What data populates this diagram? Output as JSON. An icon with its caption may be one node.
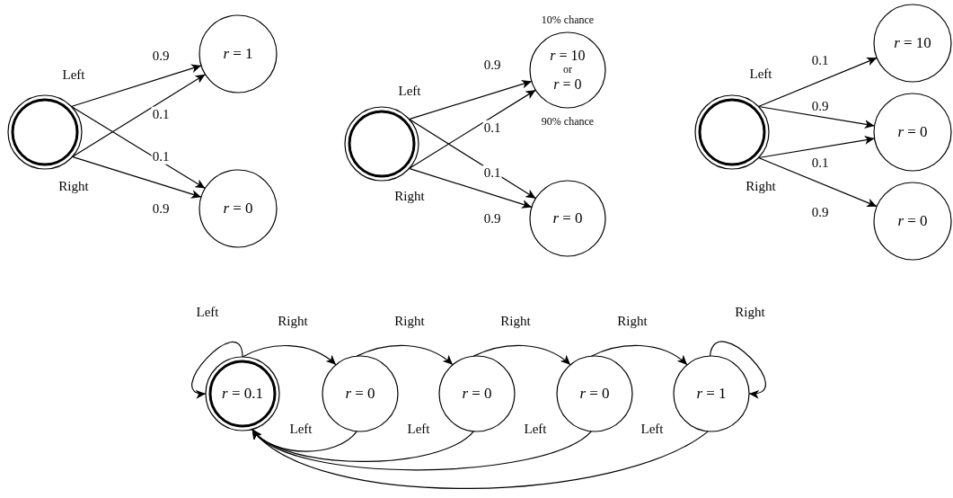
{
  "diagram": {
    "nodes": [
      {
        "text": [],
        "shape": "circle"
      },
      {
        "text": [
          "*r* = 1"
        ]
      },
      {
        "text": [
          "*r* = 0"
        ]
      },
      {
        "text": [],
        "shape": "circle"
      },
      {
        "text": [
          "*r* = 10",
          "or",
          "*r* = 0"
        ],
        "beside": [
          "10% chance",
          "90% chance"
        ]
      },
      {
        "text": [
          "*r* = 0"
        ]
      },
      {
        "text": [],
        "shape": "circle"
      },
      {
        "text": [
          "*r* = 10"
        ]
      },
      {
        "text": [
          "*r* = 0"
        ]
      },
      {
        "text": [
          "*r* = 0"
        ]
      },
      {
        "text": [
          "*r* = 0.1"
        ]
      },
      {
        "text": [
          "*r* = 0"
        ]
      },
      {
        "text": [
          "*r* = 0"
        ]
      },
      {
        "text": [
          "*r* = 0"
        ]
      },
      {
        "text": [
          "*r* = 1"
        ]
      }
    ],
    "edges": [
      {
        "from": 0,
        "to": 1,
        "arrow": "to",
        "label": "0.9"
      },
      {
        "from": 0,
        "to": 2,
        "arrow": "to",
        "label": "0.1"
      },
      {
        "from": 0,
        "to": 1,
        "arrow": "to",
        "label": "0.1"
      },
      {
        "from": 0,
        "to": 2,
        "arrow": "to",
        "label": "0.9"
      },
      {
        "from": 3,
        "to": 4,
        "arrow": "to",
        "label": "0.9"
      },
      {
        "from": 3,
        "to": 5,
        "arrow": "to",
        "label": "0.1"
      },
      {
        "from": 3,
        "to": 4,
        "arrow": "to",
        "label": "0.1"
      },
      {
        "from": 3,
        "to": 5,
        "arrow": "to",
        "label": "0.9"
      },
      {
        "from": 6,
        "to": 7,
        "arrow": "to",
        "label": "0.1"
      },
      {
        "from": 6,
        "to": 8,
        "arrow": "to",
        "label": "0.9"
      },
      {
        "from": 6,
        "to": 8,
        "arrow": "to",
        "label": "0.1"
      },
      {
        "from": 6,
        "to": 9,
        "arrow": "to",
        "label": "0.9"
      },
      {
        "from": 10,
        "to": 10,
        "arrow": "to",
        "label": "Left"
      },
      {
        "from": 10,
        "to": 11,
        "arrow": "to",
        "label": "Right"
      },
      {
        "from": 11,
        "to": 12,
        "arrow": "to",
        "label": "Right"
      },
      {
        "from": 12,
        "to": 13,
        "arrow": "to",
        "label": "Right"
      },
      {
        "from": 13,
        "to": 14,
        "arrow": "to",
        "label": "Right"
      },
      {
        "from": 14,
        "to": 14,
        "arrow": "to",
        "label": "Right"
      },
      {
        "from": 11,
        "to": 10,
        "arrow": "to",
        "label": "Left"
      },
      {
        "from": 12,
        "to": 10,
        "arrow": "to",
        "label": "Left"
      },
      {
        "from": 13,
        "to": 10,
        "arrow": "to",
        "label": "Left"
      },
      {
        "from": 14,
        "to": 10,
        "arrow": "to",
        "label": "Left"
      }
    ],
    "labels": [
      "Left",
      "Right",
      "Left",
      "Right",
      "Left",
      "Right"
    ]
  }
}
